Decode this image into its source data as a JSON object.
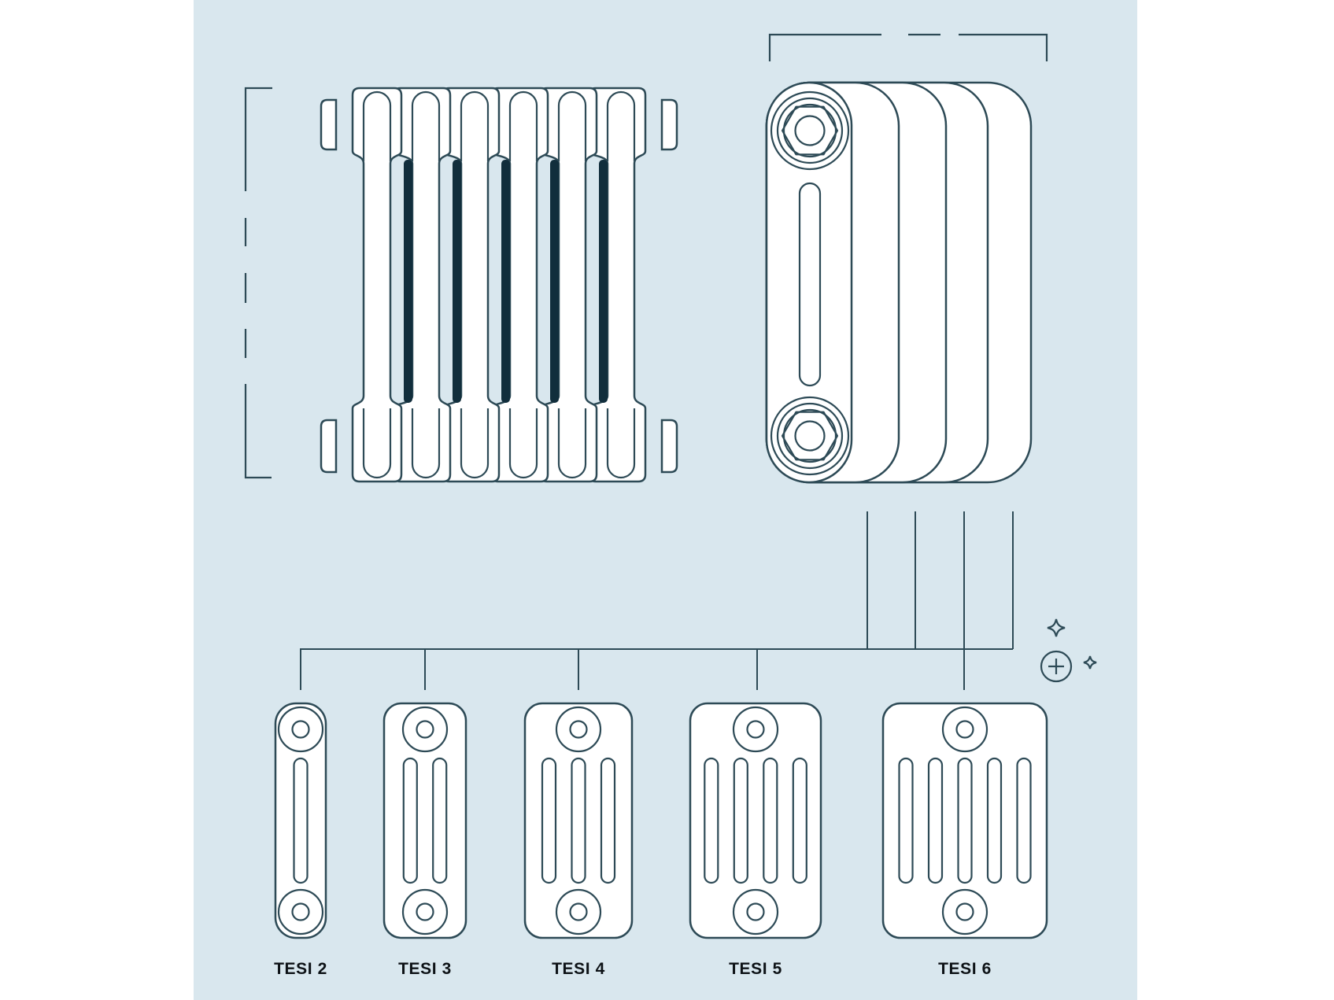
{
  "colors": {
    "page_background": "#ffffff",
    "canvas_background": "#d9e7ee",
    "line": "#2d4a56",
    "dark_slot": "#112e3c",
    "label": "#0d1216"
  },
  "diagram": {
    "front_view": {
      "sections": 6,
      "dark_gaps": 5
    },
    "side_view": {
      "depth_layers": 5,
      "fittings": 2
    },
    "connector": {
      "branches": 5
    },
    "icons": [
      {
        "name": "sparkle-icon",
        "count": 2
      },
      {
        "name": "plus-circle-icon",
        "count": 1
      }
    ]
  },
  "models": [
    {
      "label": "TESI 2",
      "slots": 1
    },
    {
      "label": "TESI 3",
      "slots": 2
    },
    {
      "label": "TESI 4",
      "slots": 3
    },
    {
      "label": "TESI 5",
      "slots": 4
    },
    {
      "label": "TESI 6",
      "slots": 5
    }
  ]
}
